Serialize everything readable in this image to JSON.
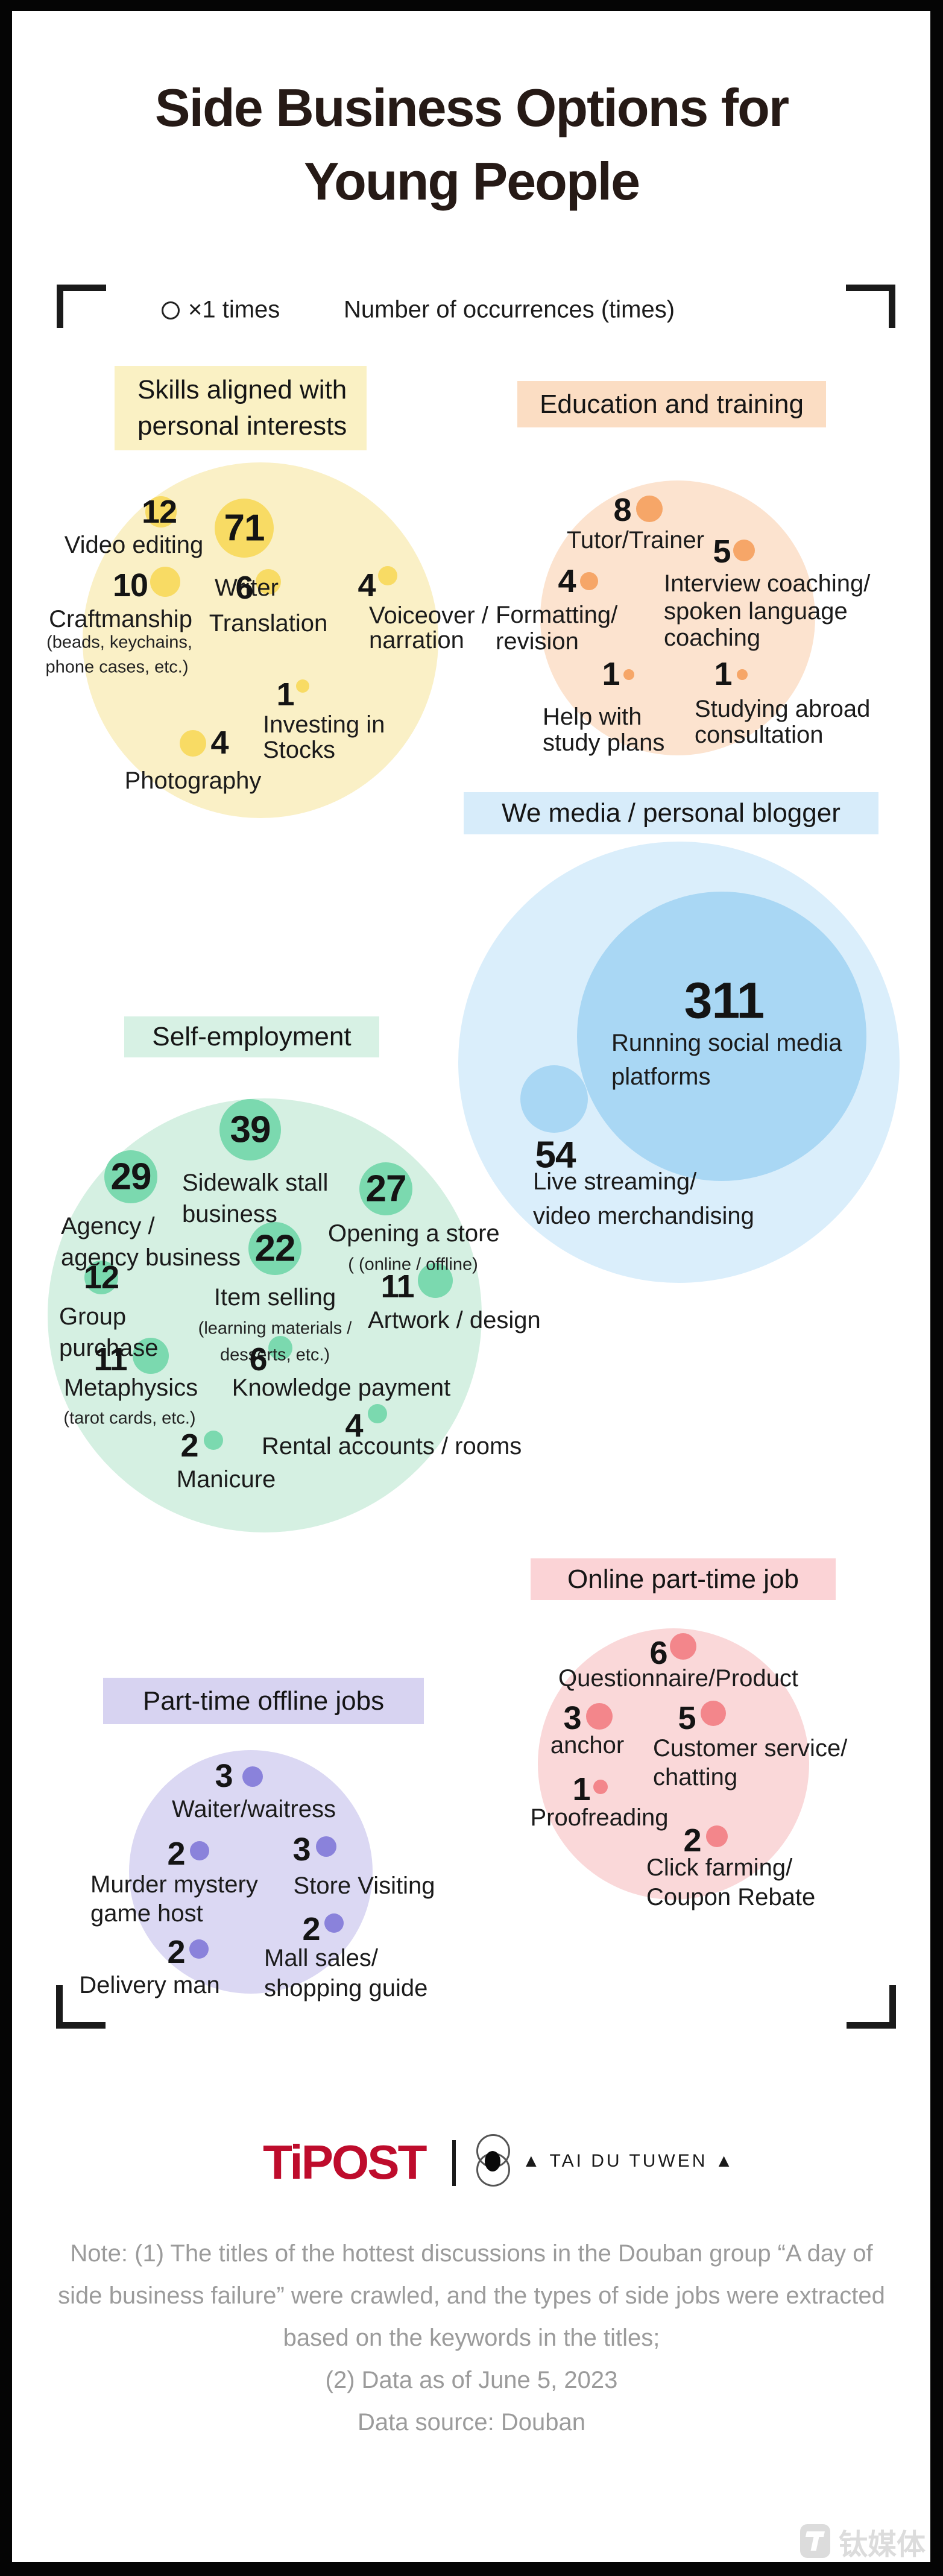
{
  "title": {
    "line1": "Side Business Options for",
    "line2": "Young People"
  },
  "legend": {
    "sample_label": "×1 times",
    "axis_label": "Number of occurrences (times)",
    "marker": "circle-outline"
  },
  "colors": {
    "title_text": "#261a16",
    "note_text": "#9b9b9b",
    "brand_red": "#be0c2c",
    "watermark_gray": "#dcdcdc",
    "skills_accent": "#f8db64",
    "skills_tint": "#faf0c6",
    "skills_box": "#faf1c4",
    "education_accent": "#f6a668",
    "education_tint": "#fce3cf",
    "education_box": "#fbddc3",
    "wemedia_accent": "#a9d7f4",
    "wemedia_tint": "#daeefb",
    "wemedia_box": "#d7ecfa",
    "selfemployment_accent": "#7bd9af",
    "selfemployment_tint": "#d5f0e2",
    "selfemployment_box": "#d7f1e4",
    "online_accent": "#f3868b",
    "online_tint": "#fad8d9",
    "online_box": "#fbd3d6",
    "offline_accent": "#8a82db",
    "offline_tint": "#dbd8f3",
    "offline_box": "#d7d3f1"
  },
  "sections": [
    {
      "title": [
        "Skills aligned with",
        "personal interests"
      ],
      "items": [
        {
          "value": "71",
          "lines": [
            "Writer"
          ]
        },
        {
          "value": "12",
          "lines": [
            "Video editing"
          ]
        },
        {
          "value": "10",
          "lines": [
            "Craftmanship"
          ],
          "subs": [
            "(beads, keychains,",
            "phone cases, etc.)"
          ]
        },
        {
          "value": "6",
          "lines": [
            "Translation"
          ]
        },
        {
          "value": "4",
          "lines": [
            "Voiceover /",
            "narration"
          ]
        },
        {
          "value": "1",
          "lines": [
            "Investing in",
            "Stocks"
          ]
        },
        {
          "value": "4",
          "lines": [
            "Photography"
          ]
        }
      ]
    },
    {
      "title": [
        "Education and training"
      ],
      "items": [
        {
          "value": "8",
          "lines": [
            "Tutor/Trainer"
          ]
        },
        {
          "value": "5",
          "lines": [
            "Interview coaching/",
            "spoken language",
            "coaching"
          ]
        },
        {
          "value": "4",
          "lines": [
            "Formatting/",
            "revision"
          ]
        },
        {
          "value": "1",
          "lines": [
            "Help with",
            "study plans"
          ]
        },
        {
          "value": "1",
          "lines": [
            "Studying abroad",
            "consultation"
          ]
        }
      ]
    },
    {
      "title": [
        "We media / personal blogger"
      ],
      "items": [
        {
          "value": "311",
          "lines": [
            "Running social media",
            "platforms"
          ]
        },
        {
          "value": "54",
          "lines": [
            "Live streaming/",
            "video merchandising"
          ]
        }
      ]
    },
    {
      "title": [
        "Self-employment"
      ],
      "items": [
        {
          "value": "39",
          "lines": [
            "Sidewalk stall",
            "business"
          ]
        },
        {
          "value": "29",
          "lines": [
            "Agency /",
            "agency business"
          ]
        },
        {
          "value": "27",
          "lines": [
            "Opening a store"
          ],
          "subs": [
            "( (online / offline)"
          ]
        },
        {
          "value": "22",
          "lines": [
            "Item selling"
          ],
          "subs": [
            "(learning materials /",
            "desserts, etc.)"
          ]
        },
        {
          "value": "12",
          "lines": [
            "Group",
            "purchase"
          ]
        },
        {
          "value": "11",
          "lines": [
            "Artwork / design"
          ]
        },
        {
          "value": "11",
          "lines": [
            "Metaphysics"
          ],
          "subs": [
            "(tarot cards, etc.)"
          ]
        },
        {
          "value": "6",
          "lines": [
            "Knowledge payment"
          ]
        },
        {
          "value": "4",
          "lines": [
            "Rental accounts / rooms"
          ]
        },
        {
          "value": "2",
          "lines": [
            "Manicure"
          ]
        }
      ]
    },
    {
      "title": [
        "Online part-time job"
      ],
      "items": [
        {
          "value": "6",
          "lines": [
            "Questionnaire/Product"
          ]
        },
        {
          "value": "3",
          "lines": [
            "anchor"
          ]
        },
        {
          "value": "5",
          "lines": [
            "Customer service/",
            "chatting"
          ]
        },
        {
          "value": "1",
          "lines": [
            "Proofreading"
          ]
        },
        {
          "value": "2",
          "lines": [
            "Click farming/",
            "Coupon Rebate"
          ]
        }
      ]
    },
    {
      "title": [
        "Part-time offline jobs"
      ],
      "items": [
        {
          "value": "3",
          "lines": [
            "Waiter/waitress"
          ]
        },
        {
          "value": "2",
          "lines": [
            "Murder mystery",
            "game host"
          ]
        },
        {
          "value": "3",
          "lines": [
            "Store Visiting"
          ]
        },
        {
          "value": "2",
          "lines": [
            "Mall sales/",
            "shopping guide"
          ]
        },
        {
          "value": "2",
          "lines": [
            "Delivery man"
          ]
        }
      ]
    }
  ],
  "footer": {
    "brand": "TiPOST",
    "partner": "▲ TAI DU TUWEN ▲",
    "watermark": "钛媒体"
  },
  "notes": [
    "Note: (1) The titles of the hottest discussions in the Douban group “A day of",
    "side business failure” were crawled, and the types of side jobs were extracted",
    "based on the keywords in the titles;",
    "(2) Data as of June 5, 2023",
    "Data source: Douban"
  ],
  "chart_data": {
    "type": "bubble",
    "title": "Side Business Options for Young People",
    "unit": "times",
    "legend": "×1 times — Number of occurrences (times)",
    "series": [
      {
        "name": "Skills aligned with personal interests",
        "points": [
          {
            "label": "Writer",
            "value": 71
          },
          {
            "label": "Video editing",
            "value": 12
          },
          {
            "label": "Craftmanship (beads, keychains, phone cases, etc.)",
            "value": 10
          },
          {
            "label": "Translation",
            "value": 6
          },
          {
            "label": "Voiceover / narration",
            "value": 4
          },
          {
            "label": "Photography",
            "value": 4
          },
          {
            "label": "Investing in Stocks",
            "value": 1
          }
        ]
      },
      {
        "name": "Education and training",
        "points": [
          {
            "label": "Tutor/Trainer",
            "value": 8
          },
          {
            "label": "Interview coaching/ spoken language coaching",
            "value": 5
          },
          {
            "label": "Formatting/ revision",
            "value": 4
          },
          {
            "label": "Help with study plans",
            "value": 1
          },
          {
            "label": "Studying abroad consultation",
            "value": 1
          }
        ]
      },
      {
        "name": "We media / personal blogger",
        "points": [
          {
            "label": "Running social media platforms",
            "value": 311
          },
          {
            "label": "Live streaming/ video merchandising",
            "value": 54
          }
        ]
      },
      {
        "name": "Self-employment",
        "points": [
          {
            "label": "Sidewalk stall business",
            "value": 39
          },
          {
            "label": "Agency / agency business",
            "value": 29
          },
          {
            "label": "Opening a store (online / offline)",
            "value": 27
          },
          {
            "label": "Item selling (learning materials / desserts, etc.)",
            "value": 22
          },
          {
            "label": "Group purchase",
            "value": 12
          },
          {
            "label": "Artwork / design",
            "value": 11
          },
          {
            "label": "Metaphysics (tarot cards, etc.)",
            "value": 11
          },
          {
            "label": "Knowledge payment",
            "value": 6
          },
          {
            "label": "Rental accounts / rooms",
            "value": 4
          },
          {
            "label": "Manicure",
            "value": 2
          }
        ]
      },
      {
        "name": "Online part-time job",
        "points": [
          {
            "label": "Questionnaire/Product",
            "value": 6
          },
          {
            "label": "Customer service/ chatting",
            "value": 5
          },
          {
            "label": "anchor",
            "value": 3
          },
          {
            "label": "Click farming/ Coupon Rebate",
            "value": 2
          },
          {
            "label": "Proofreading",
            "value": 1
          }
        ]
      },
      {
        "name": "Part-time offline jobs",
        "points": [
          {
            "label": "Waiter/waitress",
            "value": 3
          },
          {
            "label": "Store Visiting",
            "value": 3
          },
          {
            "label": "Murder mystery game host",
            "value": 2
          },
          {
            "label": "Mall sales/ shopping guide",
            "value": 2
          },
          {
            "label": "Delivery man",
            "value": 2
          }
        ]
      }
    ]
  }
}
